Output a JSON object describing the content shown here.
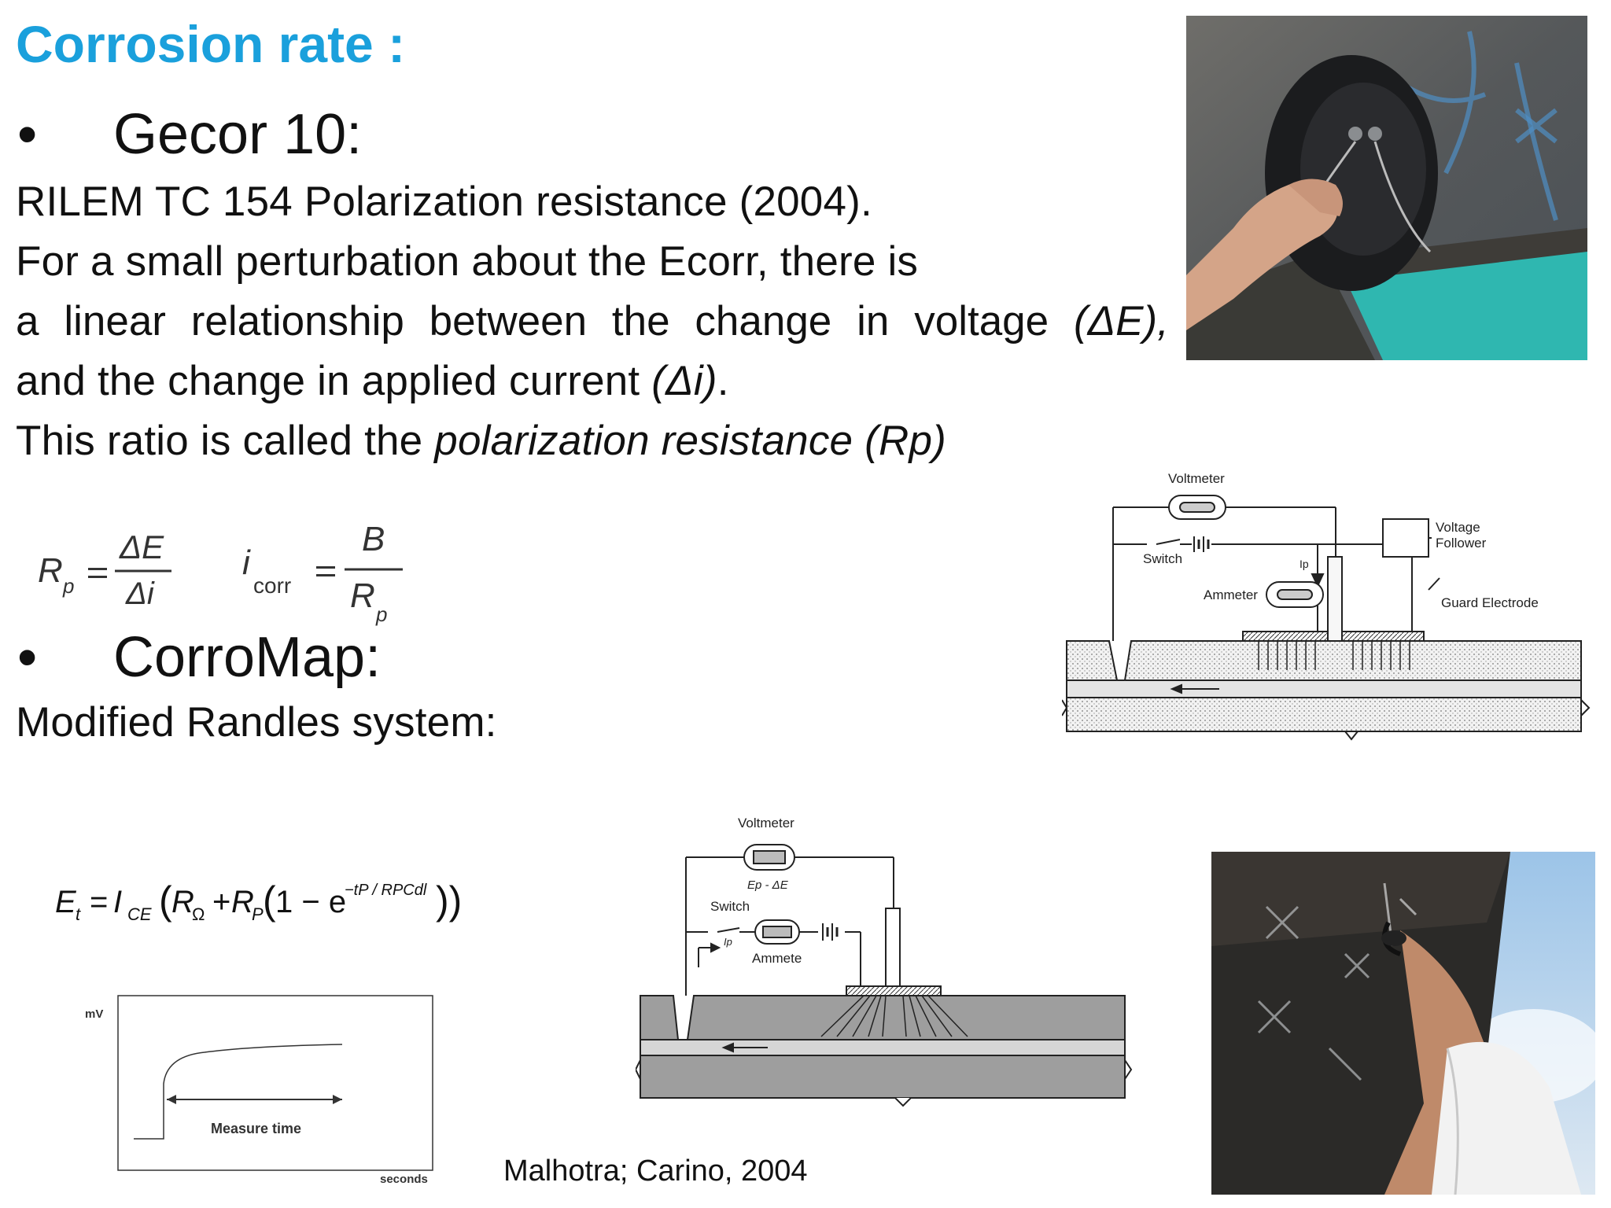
{
  "title": "Corrosion rate :",
  "bullet_glyph": "•",
  "section1": {
    "heading": "Gecor 10:",
    "lines": [
      "RILEM TC 154 Polarization resistance (2004).",
      "For a small perturbation about the Ecorr, there is"
    ],
    "line3_words": [
      "a",
      "linear",
      "relationship",
      "between",
      "the",
      "change",
      "in",
      "voltage",
      "(ΔE),"
    ],
    "line4_prefix": "and the change in applied current ",
    "line4_italic": "(Δi)",
    "line4_suffix": ".",
    "line5_prefix": "This ratio is called  the ",
    "line5_italic": "polarization resistance (Rp)"
  },
  "formula1": {
    "rp_R": "R",
    "rp_sub": "p",
    "rp_num": "ΔE",
    "rp_den": "Δi",
    "i_sym": "i",
    "i_sub": "corr",
    "i_num": "B",
    "i_den_R": "R",
    "i_den_sub": "p"
  },
  "section2": {
    "heading": "CorroMap:",
    "line": "Modified Randles system:"
  },
  "diagram_top": {
    "voltmeter": "Voltmeter",
    "voltage_follower_1": "Voltage",
    "voltage_follower_2": "Follower",
    "switch": "Switch",
    "ip": "Ip",
    "ammeter": "Ammeter",
    "guard_electrode": "Guard Electrode"
  },
  "diagram_bottom": {
    "voltmeter": "Voltmeter",
    "ep_de": "Ep - ΔE",
    "switch": "Switch",
    "ip": "Ip",
    "ammete": "Ammete"
  },
  "formula2": {
    "E": "E",
    "E_sub": "t",
    "eq": "=",
    "I": "I",
    "I_sub": "CE",
    "R1": "R",
    "R1_sub": "Ω",
    "plus": "+",
    "R2": "R",
    "R2_sub": "P",
    "one_minus": "1 − e",
    "exponent": "−tP / RPCdl"
  },
  "graph": {
    "y_unit": "mV",
    "x_unit": "seconds",
    "measure_label": "Measure time"
  },
  "citation": "Malhotra; Carino, 2004",
  "colors": {
    "title": "#1aa0dc",
    "text": "#111111"
  }
}
